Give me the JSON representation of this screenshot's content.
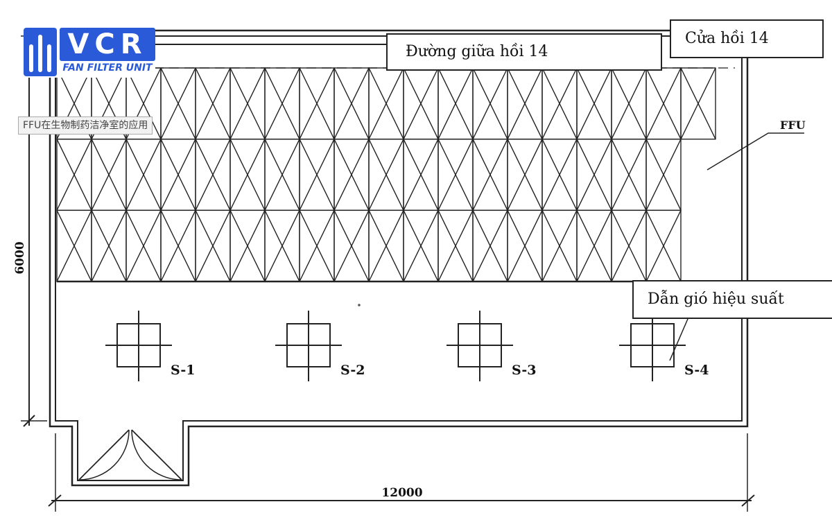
{
  "brand": {
    "logo_text": "VCR",
    "logo_subtitle": "FAN FILTER UNIT"
  },
  "watermark": "FFU在生物制药洁净室的应用",
  "callouts": {
    "return_door": "Cửa hồi 14",
    "return_corridor": "Đường giữa hồi 14",
    "ffu": "FFU",
    "diffuser": "Dẫn gió hiệu suất"
  },
  "dimensions": {
    "width": "12000",
    "height": "6000"
  },
  "supply_outlets": [
    {
      "label": "S-1"
    },
    {
      "label": "S-2"
    },
    {
      "label": "S-3"
    },
    {
      "label": "S-4"
    }
  ],
  "ffu_grid": {
    "rows": 3,
    "columns": 19
  },
  "colors": {
    "line": "#222222",
    "brand_blue": "#2a5ad7",
    "background": "#ffffff"
  }
}
